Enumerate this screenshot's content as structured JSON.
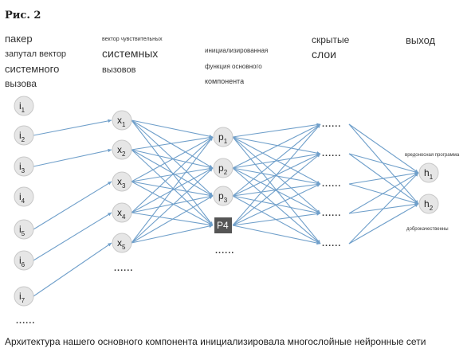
{
  "figure_title": "Рис. 2",
  "caption": "Архитектура нашего основного компонента инициализировала многослойные нейронные сети",
  "column_headers": {
    "packer_line1": "пакер",
    "packer_line2": "запутал вектор",
    "packer_line3": "системного",
    "packer_line4": "вызова",
    "syscall_line1": "вектор чувствительных",
    "syscall_line2": "системных",
    "syscall_line3": "вызовов",
    "init_line1": "инициализированная",
    "init_line2": "функция основного",
    "init_line3": "компонента",
    "hidden_line1": "скрытые",
    "hidden_line2": "слои",
    "output": "выход"
  },
  "input_nodes": [
    "i1",
    "i2",
    "i3",
    "i4",
    "i5",
    "i6",
    "i7"
  ],
  "syscall_nodes": [
    "x1",
    "x2",
    "x3",
    "x4",
    "x5"
  ],
  "init_nodes": [
    "p1",
    "p2",
    "p3",
    "P4"
  ],
  "output_nodes": [
    "h1",
    "h2"
  ],
  "output_labels": {
    "h1": "вредоносная программа",
    "h2": "доброкачественны"
  },
  "ellipsis": "......",
  "colors": {
    "edge": "#6f9fca",
    "node_fill": "#e6e6e6",
    "node_stroke": "#c8c8c8",
    "highlight_node": "#555555"
  }
}
